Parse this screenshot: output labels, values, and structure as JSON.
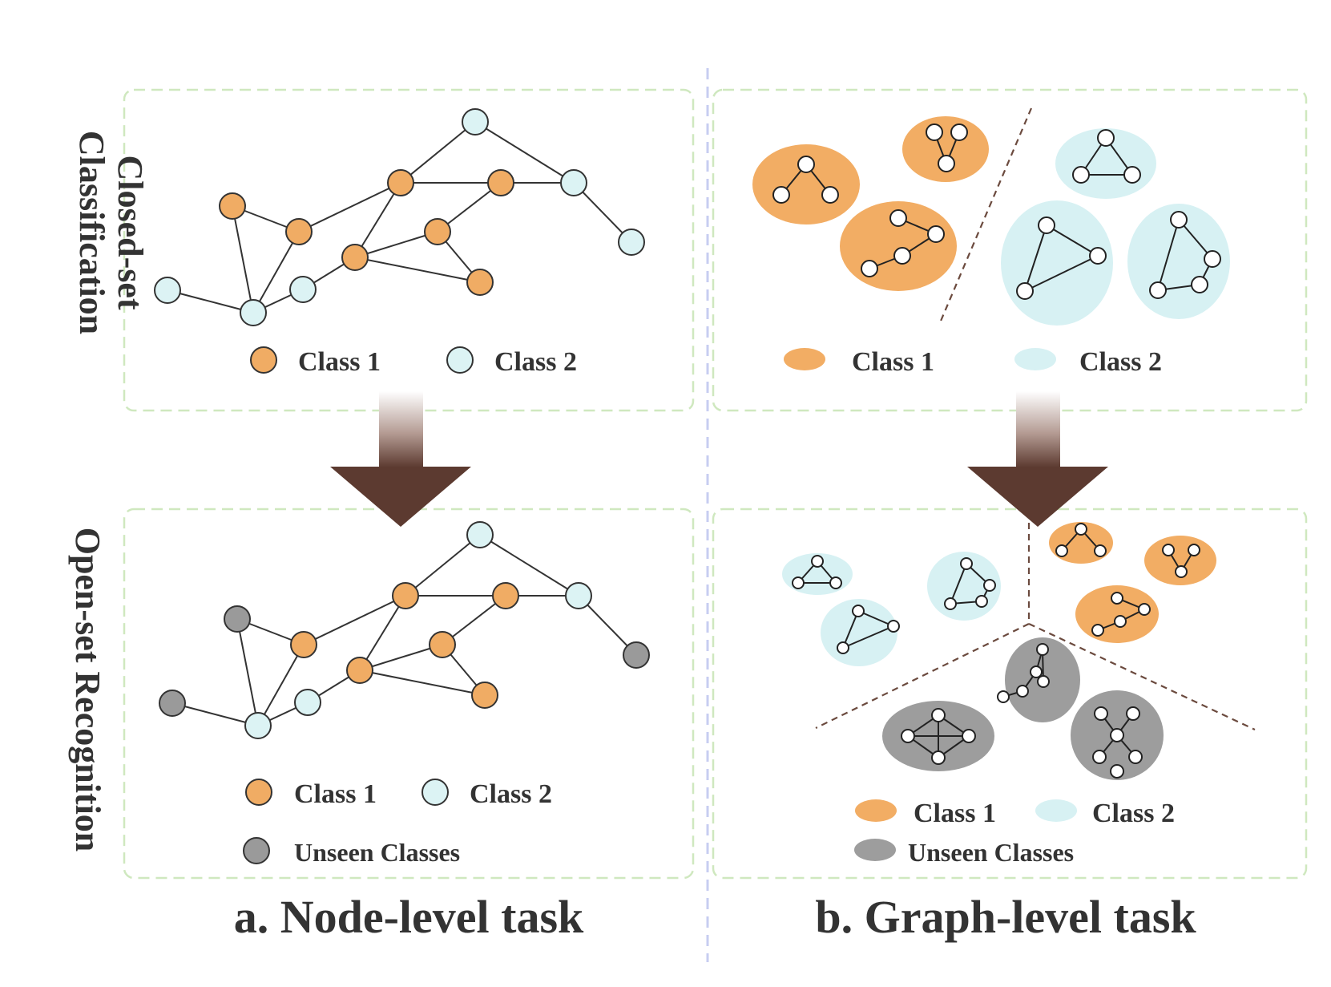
{
  "row_labels": {
    "closed_line1": "Closed-set",
    "closed_line2": "Classification",
    "open": "Open-set Recognition"
  },
  "legend": {
    "class1": "Class 1",
    "class2": "Class 2",
    "unseen": "Unseen Classes"
  },
  "captions": {
    "node": "a. Node-level task",
    "graph": "b. Graph-level task"
  },
  "colors": {
    "class1": "#f0ac64",
    "class2": "#dcf3f4",
    "unseen": "#9a9a9a",
    "blob_class1": "#f2ad64",
    "blob_class2": "#d7f1f3",
    "blob_unseen": "#9d9d9d",
    "panel_border": "#cfe8bf",
    "divider": "#c7cdf1",
    "separator": "#6b4a3e"
  }
}
